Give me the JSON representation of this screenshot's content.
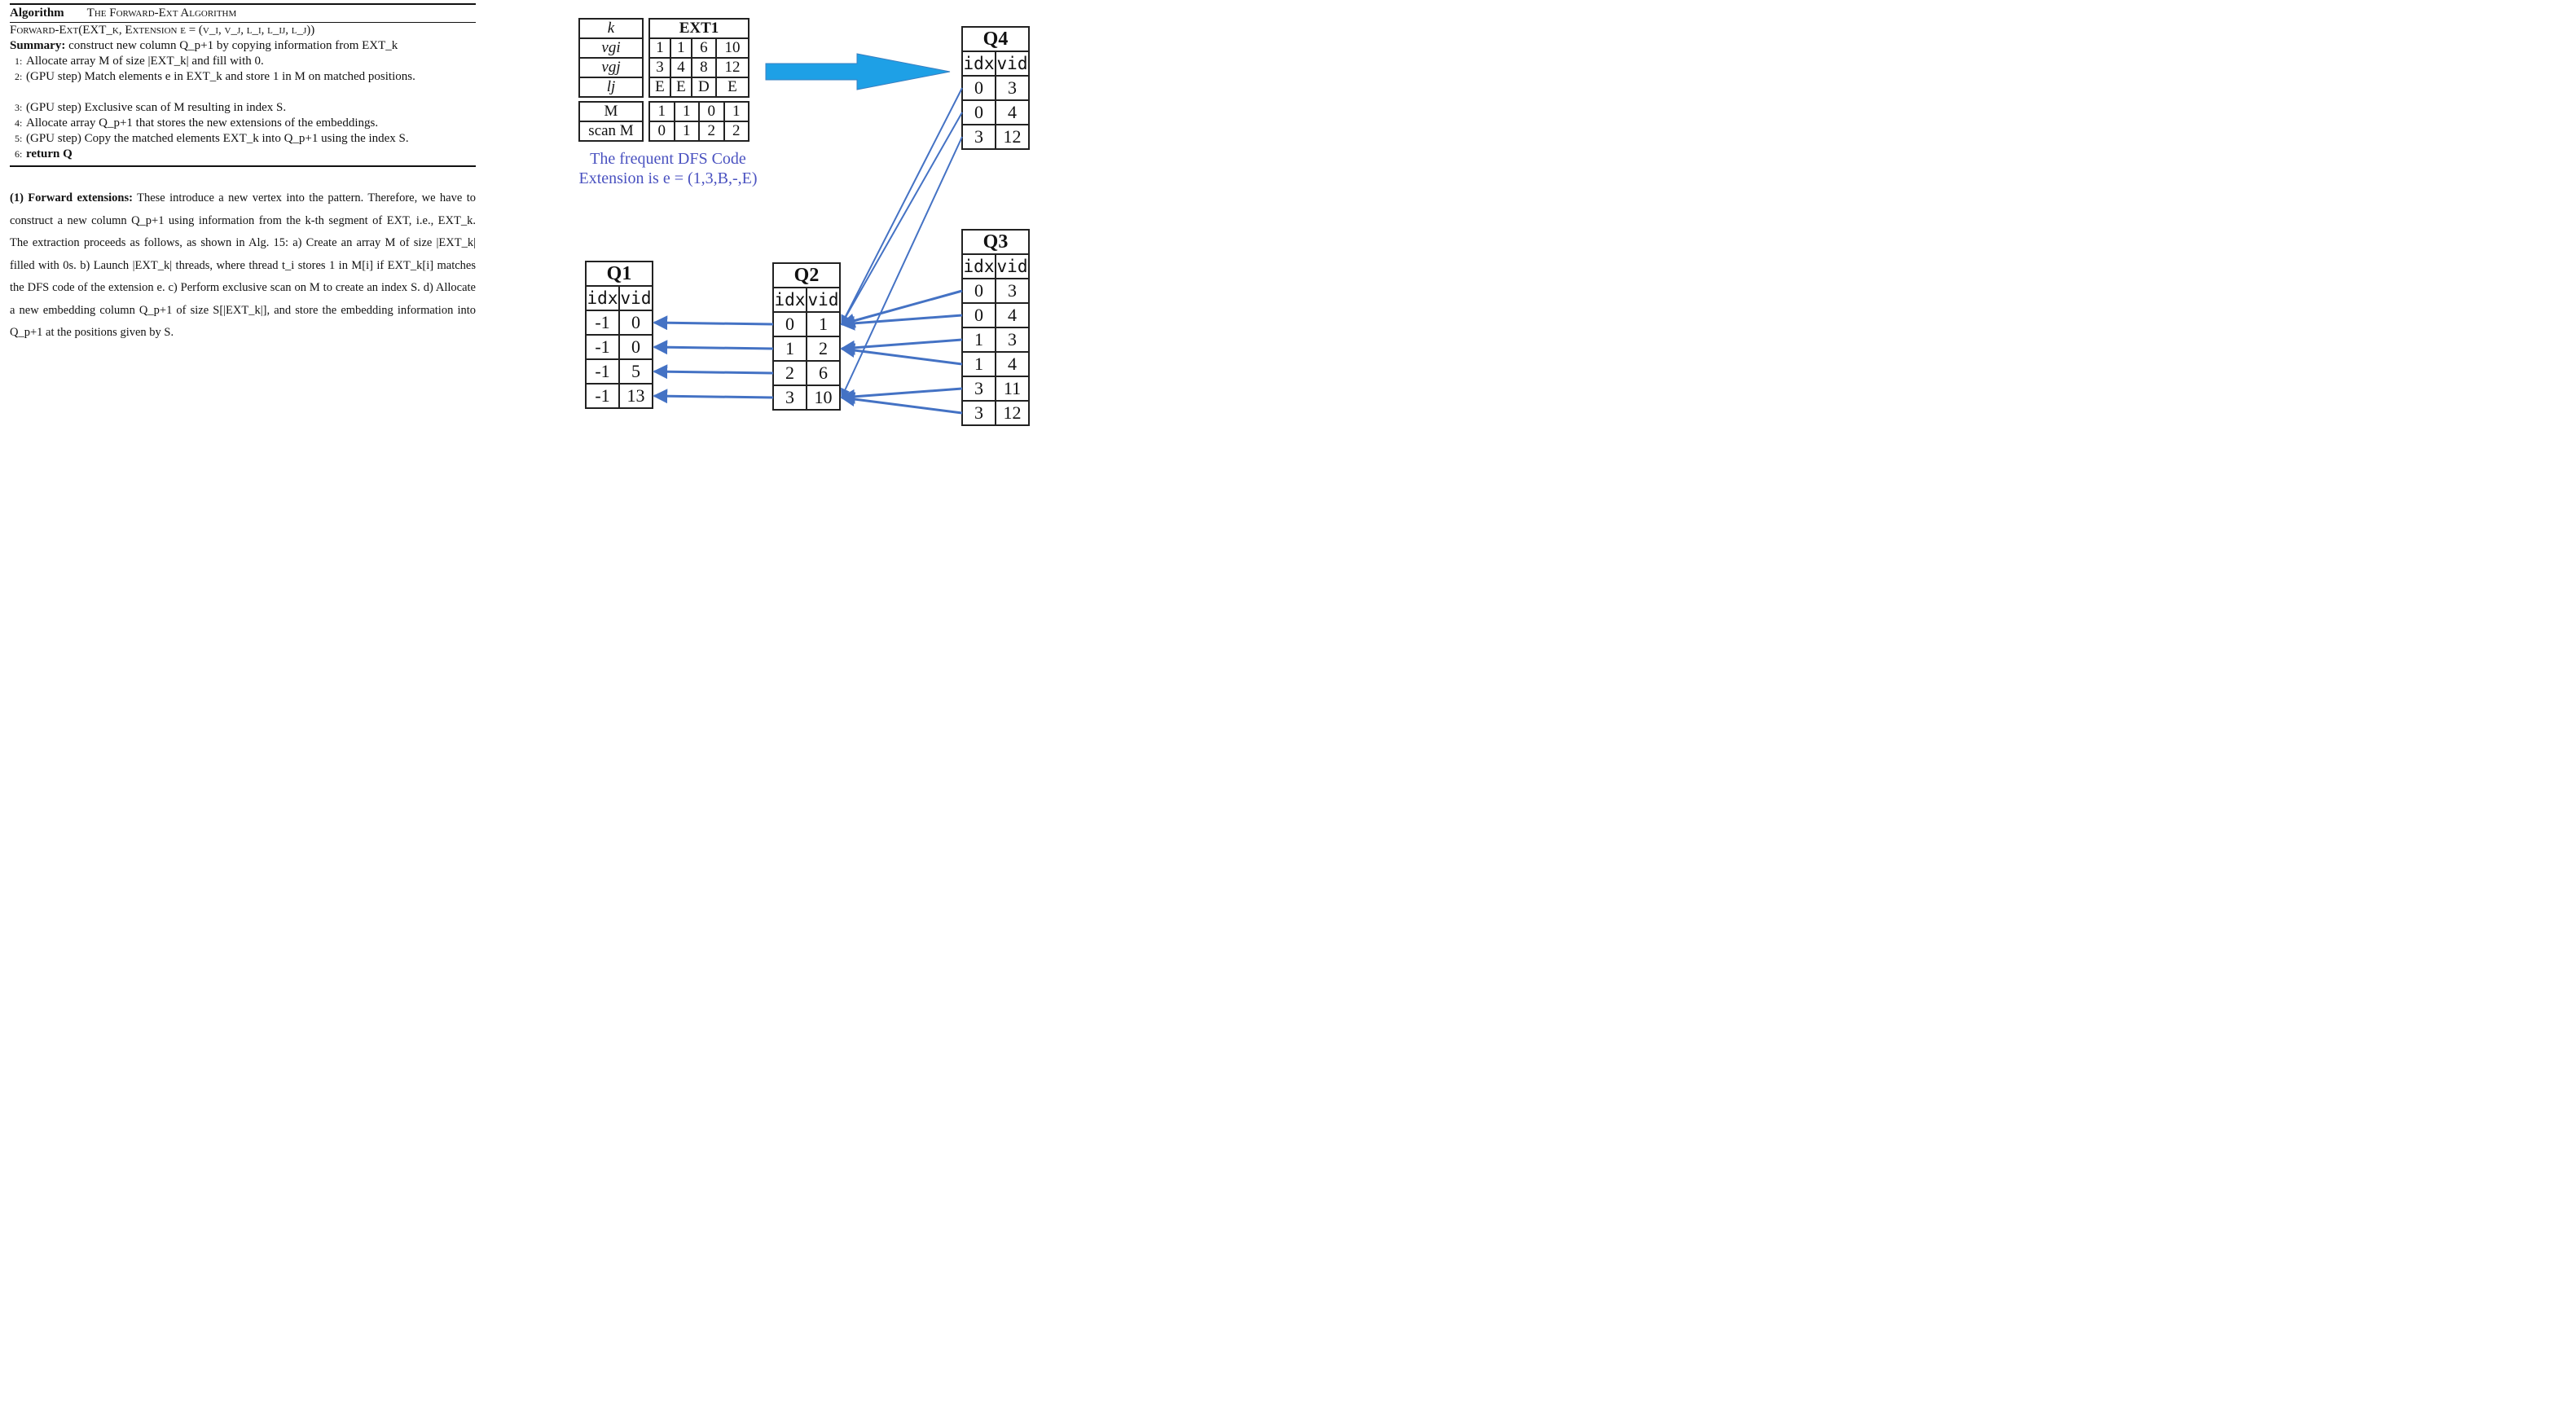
{
  "algorithm": {
    "label": "Algorithm",
    "title": "The Forward-Ext Algorithm",
    "signature": "Forward-Ext(EXT_k, Extension e = (v_i, v_j, l_i, l_ij, l_j))",
    "summary_label": "Summary:",
    "summary_text": "construct new column Q_p+1 by copying information from EXT_k",
    "steps": [
      {
        "num": "1:",
        "text": "Allocate array M of size |EXT_k| and fill with 0."
      },
      {
        "num": "2:",
        "text": "(GPU step) Match elements e in EXT_k and store 1 in M on matched positions."
      },
      {
        "num": "3:",
        "text": "(GPU step) Exclusive scan of M resulting in index S."
      },
      {
        "num": "4:",
        "text": "Allocate array Q_p+1 that stores the new extensions of the embeddings."
      },
      {
        "num": "5:",
        "text": "(GPU step) Copy the matched elements EXT_k into Q_p+1 using the index S."
      },
      {
        "num": "6:",
        "text": "return Q"
      }
    ]
  },
  "paragraph": {
    "heading": "(1) Forward extensions:",
    "text": "These introduce a new vertex into the pattern. Therefore, we have to construct a new column Q_p+1 using information from the k-th segment of EXT, i.e., EXT_k. The extraction proceeds as follows, as shown in Alg. 15: a) Create an array M of size |EXT_k| filled with 0s. b) Launch |EXT_k| threads, where thread t_i stores 1 in M[i] if EXT_k[i] matches the DFS code of the extension e. c) Perform exclusive scan on M to create an index S. d) Allocate a new embedding column Q_p+1 of size S[|EXT_k|], and store the embedding information into Q_p+1 at the positions given by S."
  },
  "diagram": {
    "ext_table": {
      "row_labels": [
        "k",
        "vgi",
        "vgj",
        "lj"
      ],
      "title": "EXT1",
      "rows": [
        [
          "1",
          "1",
          "6",
          "10"
        ],
        [
          "3",
          "4",
          "8",
          "12"
        ],
        [
          "E",
          "E",
          "D",
          "E"
        ]
      ]
    },
    "m_table": {
      "row_labels": [
        "M",
        "scan M"
      ],
      "rows": [
        [
          "1",
          "1",
          "0",
          "1"
        ],
        [
          "0",
          "1",
          "2",
          "2"
        ]
      ]
    },
    "caption_line1": "The frequent DFS Code",
    "caption_line2": "Extension is e = (1,3,B,-,E)",
    "q1": {
      "title": "Q1",
      "headers": [
        "idx",
        "vid"
      ],
      "rows": [
        [
          "-1",
          "0"
        ],
        [
          "-1",
          "0"
        ],
        [
          "-1",
          "5"
        ],
        [
          "-1",
          "13"
        ]
      ]
    },
    "q2": {
      "title": "Q2",
      "headers": [
        "idx",
        "vid"
      ],
      "rows": [
        [
          "0",
          "1"
        ],
        [
          "1",
          "2"
        ],
        [
          "2",
          "6"
        ],
        [
          "3",
          "10"
        ]
      ]
    },
    "q3": {
      "title": "Q3",
      "headers": [
        "idx",
        "vid"
      ],
      "rows": [
        [
          "0",
          "3"
        ],
        [
          "0",
          "4"
        ],
        [
          "1",
          "3"
        ],
        [
          "1",
          "4"
        ],
        [
          "3",
          "11"
        ],
        [
          "3",
          "12"
        ]
      ]
    },
    "q4": {
      "title": "Q4",
      "headers": [
        "idx",
        "vid"
      ],
      "rows": [
        [
          "0",
          "3"
        ],
        [
          "0",
          "4"
        ],
        [
          "3",
          "12"
        ]
      ]
    },
    "colors": {
      "arrow": "#4472c4",
      "big_arrow": "#1ea0e6",
      "caption": "#4a52c0"
    }
  }
}
